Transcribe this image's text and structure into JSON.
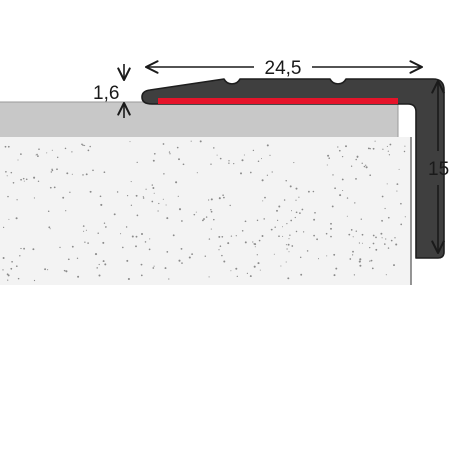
{
  "dimensions": {
    "width": "24,5",
    "height": "15",
    "thickness": "1,6"
  },
  "colors": {
    "profile": "#3f3f3f",
    "profile_edge": "#1e1e1e",
    "adhesive_tape": "#e5142a",
    "floor_covering": "#c8c8c8",
    "screed": "#f3f3f3",
    "speckle": "#8a8a8a",
    "dimension_line": "#1a1a1a"
  }
}
